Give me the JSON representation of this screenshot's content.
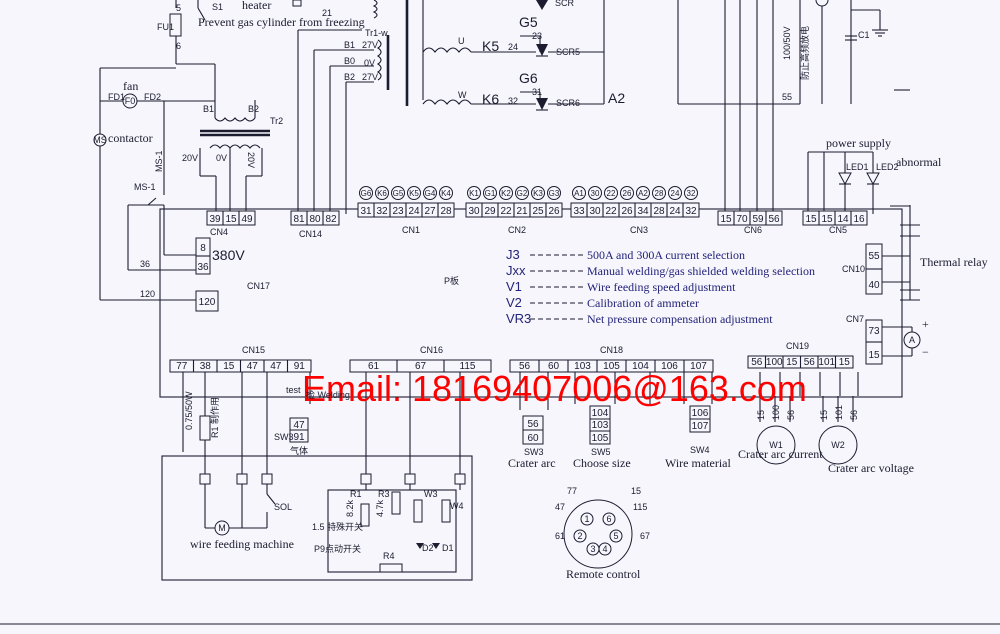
{
  "labels": {
    "fu1": "FU1",
    "s1": "S1",
    "heater": "heater",
    "prevent_gas": "Prevent gas cylinder from freezing",
    "fan": "fan",
    "fan_sym": "F0",
    "fd1": "FD1",
    "fd2": "FD2",
    "contactor": "contactor",
    "contactor_sym": "MS",
    "b1": "B1",
    "b2": "B2",
    "tr2": "Tr2",
    "v20l": "20V",
    "v0": "0V",
    "v20r": "20V",
    "ms1_a": "MS-1",
    "ms1_b": "MS-1",
    "n5": "5",
    "n6": "6",
    "n36": "36",
    "n120": "120",
    "tr1w": "Tr1-w",
    "t21": "21",
    "b1n": "B1",
    "b0n": "B0",
    "b2n": "B2",
    "v27a": "27V",
    "v0b": "0V",
    "v27b": "27V",
    "g5": "G5",
    "g6": "G6",
    "u": "U",
    "w": "W",
    "k5": "K5",
    "k6": "K6",
    "n24": "24",
    "n32": "32",
    "n23": "23",
    "n31": "31",
    "scr5": "SCR5",
    "scr6": "SCR6",
    "a2": "A2",
    "n55": "55",
    "v100": "100/50V",
    "c1": "C1",
    "vnote": "防止高频放电",
    "power_supply": "power supply",
    "led1": "LED1",
    "led2": "LED2",
    "abnormal": "abnormal",
    "thermal_relay": "Thermal relay",
    "cn10": "CN10",
    "n55b": "55",
    "n40": "40",
    "cn7": "CN7",
    "n73": "73",
    "n15cn7": "15",
    "plus": "+",
    "minus": "−",
    "a_meter": "A",
    "v380": "380V",
    "n8": "8",
    "n36b": "36",
    "n120b": "120",
    "cn17": "CN17",
    "pboard": "P板",
    "cn4": "CN4",
    "cn14": "CN14",
    "cn1": "CN1",
    "cn2": "CN2",
    "cn3": "CN3",
    "cn6": "CN6",
    "cn5": "CN5",
    "cn15": "CN15",
    "cn16": "CN16",
    "cn18": "CN18",
    "cn19": "CN19",
    "r1_note": "R1 制作用",
    "p075": "0.75/50W",
    "test": "test",
    "n47": "47",
    "n91": "91",
    "sw3a": "SW3",
    "gas": "气体",
    "sw3": "SW3",
    "crater_arc": "Crater arc",
    "sw5": "SW5",
    "choose_size": "Choose size",
    "sw4": "SW4",
    "wire_material": "Wire material",
    "n56a": "56",
    "n60": "60",
    "n104": "104",
    "n103": "103",
    "n105": "105",
    "n106": "106",
    "n107": "107",
    "wire_feeding": "wire feeding machine",
    "motor": "M",
    "sol": "SOL",
    "r1": "R1",
    "r3": "R3",
    "w3": "W3",
    "w4": "W4",
    "r4": "R4",
    "k82": "8.2k",
    "k47": "4.7k",
    "d1": "D1",
    "d2": "D2",
    "sw_a": "1.5 特殊开关",
    "sw_b": "P9点动开关",
    "w1": "W1",
    "w2": "W2",
    "crater_current": "Crater arc current",
    "crater_voltage": "Crater arc voltage",
    "remote": "Remote control",
    "plug": [
      "77",
      "15",
      "47",
      "115",
      "61",
      "67"
    ],
    "plug_pins": [
      "1",
      "2",
      "3",
      "4",
      "5",
      "6"
    ],
    "w1_pins": [
      "15",
      "100",
      "56"
    ],
    "w2_pins": [
      "15",
      "101",
      "56"
    ]
  },
  "cn4_pins": [
    "39",
    "15",
    "49"
  ],
  "cn14_pins": [
    "81",
    "80",
    "82"
  ],
  "cn1_top": [
    "G6",
    "K6",
    "G5",
    "K5",
    "G4",
    "K4"
  ],
  "cn1_bot": [
    "31",
    "32",
    "23",
    "24",
    "27",
    "28"
  ],
  "cn2_top": [
    "K1",
    "G1",
    "K2",
    "G2",
    "K3",
    "G3"
  ],
  "cn2_bot": [
    "30",
    "29",
    "22",
    "21",
    "25",
    "26"
  ],
  "cn3_top": [
    "A1",
    "30",
    "22",
    "26",
    "A2",
    "28",
    "24",
    "32"
  ],
  "cn3_bot": [
    "33",
    "30",
    "22",
    "26",
    "34",
    "28",
    "24",
    "32"
  ],
  "cn6_pins": [
    "15",
    "70",
    "59",
    "56"
  ],
  "cn5_pins": [
    "15",
    "15",
    "14",
    "16"
  ],
  "cn15_pins": [
    "77",
    "38",
    "15",
    "47",
    "47",
    "91"
  ],
  "cn16_pins": [
    "61",
    "67",
    "115"
  ],
  "cn18_pins": [
    "56",
    "60",
    "103",
    "105",
    "104",
    "106",
    "107"
  ],
  "cn19_pins": [
    "56",
    "100",
    "15",
    "56",
    "101",
    "15"
  ],
  "legend": [
    {
      "key": "J3",
      "text": "500A and 300A current selection"
    },
    {
      "key": "Jxx",
      "text": "Manual welding/gas shielded welding selection"
    },
    {
      "key": "V1",
      "text": "Wire feeding speed adjustment"
    },
    {
      "key": "V2",
      "text": "Calibration of ammeter"
    },
    {
      "key": "VR3",
      "text": "Net pressure compensation adjustment"
    }
  ],
  "watermark": "Email: 18169407006@163.com",
  "watermark_partial": "检 Welding"
}
